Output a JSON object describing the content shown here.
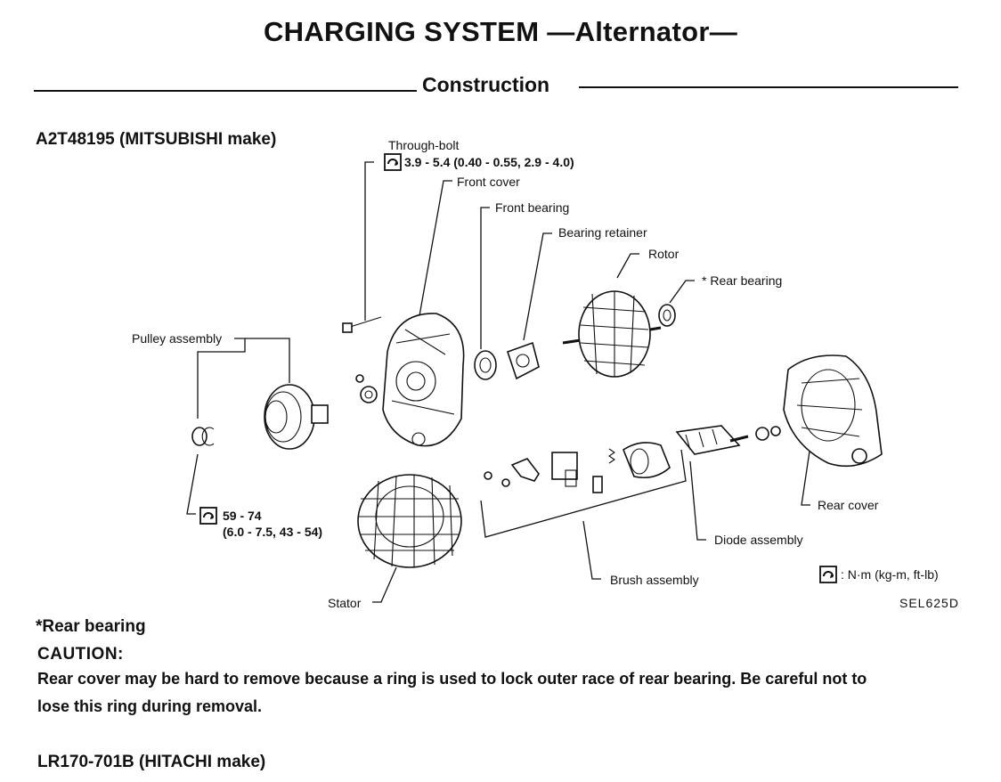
{
  "page": {
    "title": "CHARGING SYSTEM —Alternator—",
    "section": "Construction"
  },
  "diagram": {
    "model": "A2T48195  (MITSUBISHI make)",
    "labels": {
      "through_bolt": "Through-bolt",
      "through_bolt_torque": "3.9 - 5.4 (0.40 - 0.55, 2.9 - 4.0)",
      "front_cover": "Front cover",
      "front_bearing": "Front bearing",
      "bearing_retainer": "Bearing retainer",
      "rotor": "Rotor",
      "rear_bearing": "* Rear bearing",
      "pulley_assembly": "Pulley assembly",
      "pulley_torque_1": "59 - 74",
      "pulley_torque_2": "(6.0 - 7.5, 43 - 54)",
      "rear_cover": "Rear cover",
      "diode_assembly": "Diode assembly",
      "brush_assembly": "Brush assembly",
      "stator": "Stator",
      "torque_units": ": N·m (kg-m, ft-lb)",
      "figure_code": "SEL625D"
    },
    "icons": {
      "torque": "torque-wrench-icon"
    }
  },
  "notes": {
    "rear_bearing_note": "*Rear bearing",
    "caution_head": "CAUTION:",
    "caution_line_1": "Rear cover may be hard to remove because a ring is used to lock outer race of rear bearing. Be careful not to",
    "caution_line_2": "lose this ring during removal."
  },
  "next_model": "LR170-701B  (HITACHI make)"
}
